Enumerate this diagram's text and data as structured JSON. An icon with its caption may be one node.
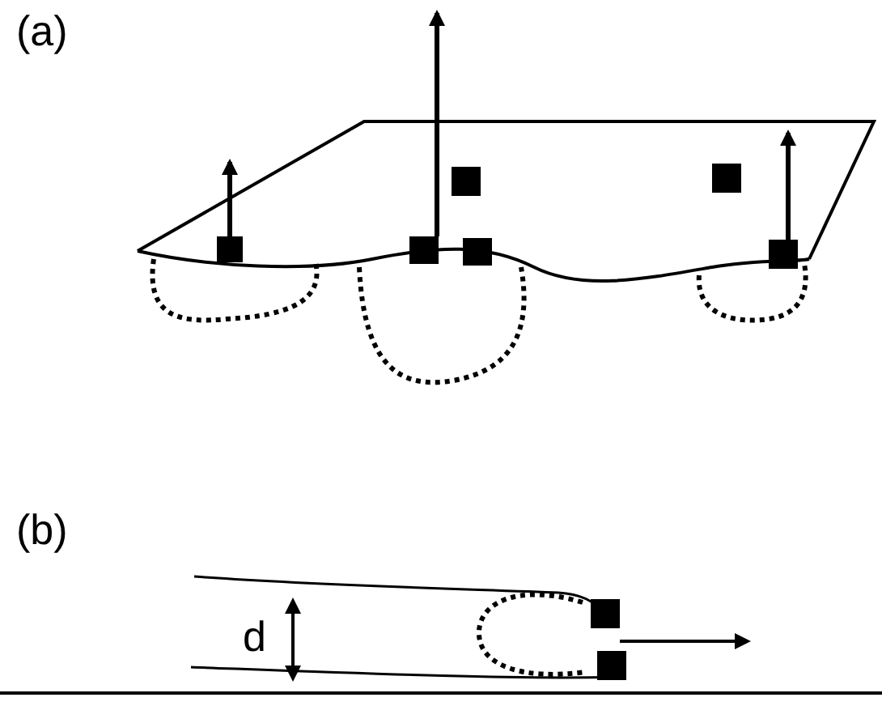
{
  "diagram": {
    "labels": [
      "(a)",
      "(b)",
      "d"
    ]
  }
}
